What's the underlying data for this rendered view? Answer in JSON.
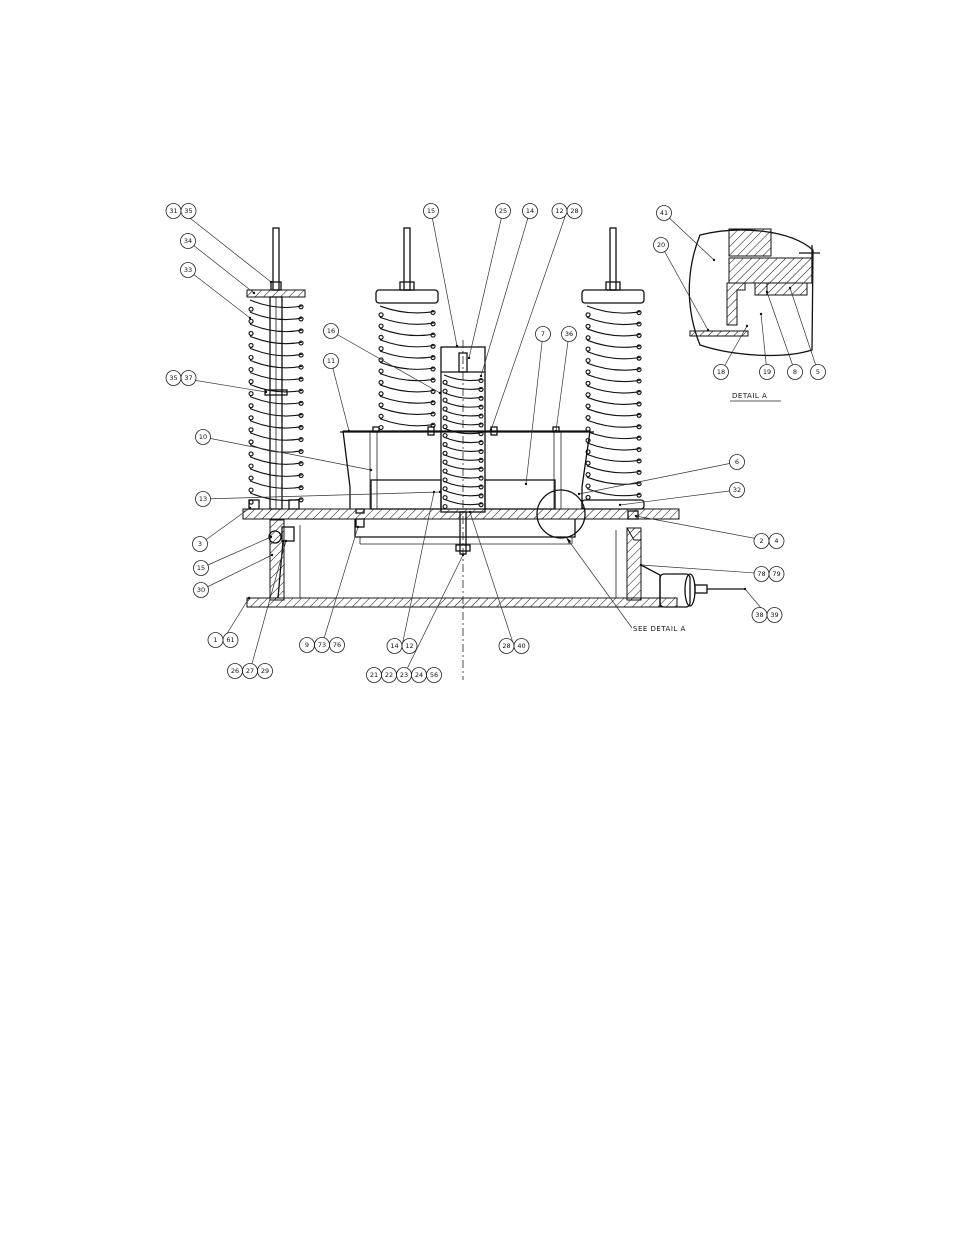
{
  "balloons": [
    {
      "id": "b-31-35",
      "labels": [
        "31",
        "35"
      ]
    },
    {
      "id": "b-34",
      "labels": [
        "34"
      ]
    },
    {
      "id": "b-33",
      "labels": [
        "33"
      ]
    },
    {
      "id": "b-35-37",
      "labels": [
        "35",
        "37"
      ]
    },
    {
      "id": "b-10",
      "labels": [
        "10"
      ]
    },
    {
      "id": "b-13",
      "labels": [
        "13"
      ]
    },
    {
      "id": "b-3",
      "labels": [
        "3"
      ]
    },
    {
      "id": "b-15-left",
      "labels": [
        "15"
      ]
    },
    {
      "id": "b-30",
      "labels": [
        "30"
      ]
    },
    {
      "id": "b-1-61",
      "labels": [
        "1",
        "61"
      ]
    },
    {
      "id": "b-26-27-29",
      "labels": [
        "26",
        "27",
        "29"
      ]
    },
    {
      "id": "b-9-73-76",
      "labels": [
        "9",
        "73",
        "76"
      ]
    },
    {
      "id": "b-14-12",
      "labels": [
        "14",
        "12"
      ]
    },
    {
      "id": "b-21-22-23-24-56",
      "labels": [
        "21",
        "22",
        "23",
        "24",
        "56"
      ]
    },
    {
      "id": "b-28-40",
      "labels": [
        "28",
        "40"
      ]
    },
    {
      "id": "b-15-top",
      "labels": [
        "15"
      ]
    },
    {
      "id": "b-25",
      "labels": [
        "25"
      ]
    },
    {
      "id": "b-14-top",
      "labels": [
        "14"
      ]
    },
    {
      "id": "b-12-28",
      "labels": [
        "12",
        "28"
      ]
    },
    {
      "id": "b-16",
      "labels": [
        "16"
      ]
    },
    {
      "id": "b-11",
      "labels": [
        "11"
      ]
    },
    {
      "id": "b-7",
      "labels": [
        "7"
      ]
    },
    {
      "id": "b-36",
      "labels": [
        "36"
      ]
    },
    {
      "id": "b-6",
      "labels": [
        "6"
      ]
    },
    {
      "id": "b-32",
      "labels": [
        "32"
      ]
    },
    {
      "id": "b-2-4",
      "labels": [
        "2",
        "4"
      ]
    },
    {
      "id": "b-78-79",
      "labels": [
        "78",
        "79"
      ]
    },
    {
      "id": "b-38-39",
      "labels": [
        "38",
        "39"
      ]
    },
    {
      "id": "b-41",
      "labels": [
        "41"
      ]
    },
    {
      "id": "b-20",
      "labels": [
        "20"
      ]
    },
    {
      "id": "b-18",
      "labels": [
        "18"
      ]
    },
    {
      "id": "b-19",
      "labels": [
        "19"
      ]
    },
    {
      "id": "b-8",
      "labels": [
        "8"
      ]
    },
    {
      "id": "b-5",
      "labels": [
        "5"
      ]
    }
  ],
  "notes": {
    "see_detail": "SEE DETAIL  A",
    "detail_title": "DETAIL  A"
  }
}
